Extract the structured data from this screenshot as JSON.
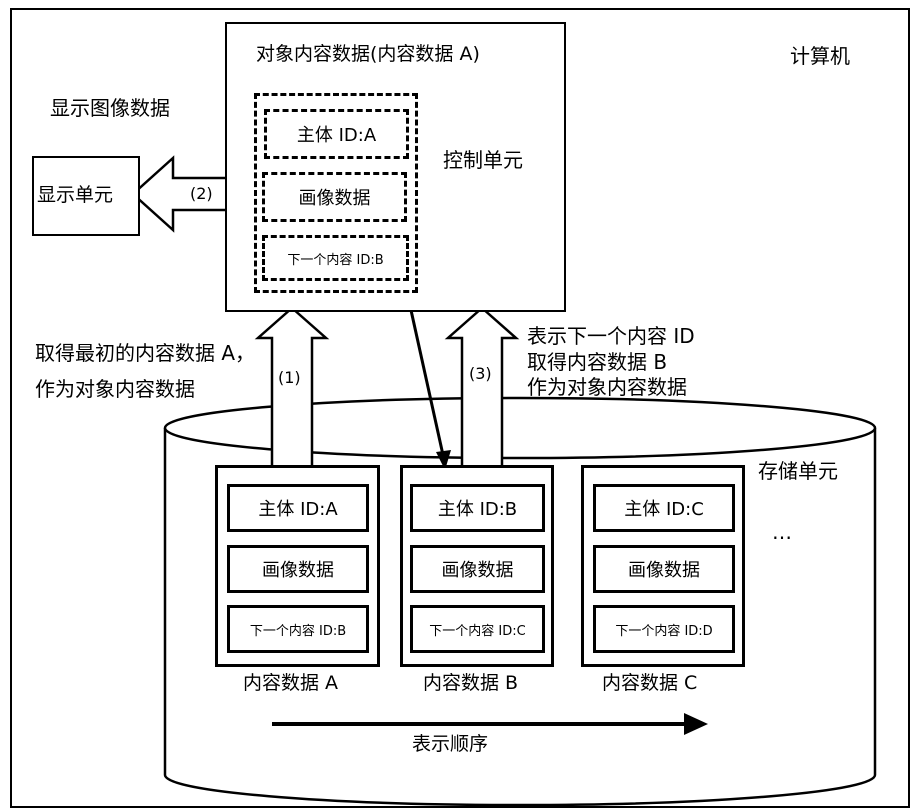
{
  "computer": {
    "label": "计算机"
  },
  "control_unit": {
    "title": "对象内容数据(内容数据 A)",
    "label": "控制单元",
    "fields": {
      "subject": "主体 ID:A",
      "image": "画像数据",
      "next": "下一个内容 ID:B"
    }
  },
  "display": {
    "caption": "显示图像数据",
    "unit_label": "显示单元",
    "arrow_label": "(2)"
  },
  "step1": {
    "arrow_label": "(1)",
    "text_line1": "取得最初的内容数据 A，",
    "text_line2": "作为对象内容数据"
  },
  "step3": {
    "arrow_label": "(3)",
    "text_line1": "表示下一个内容 ID",
    "text_line2": "取得内容数据 B",
    "text_line3": "作为对象内容数据"
  },
  "storage": {
    "label": "存储单元",
    "ellipsis": "…",
    "order_label": "表示顺序",
    "items": [
      {
        "subject": "主体 ID:A",
        "image": "画像数据",
        "next": "下一个内容 ID:B",
        "caption": "内容数据 A"
      },
      {
        "subject": "主体 ID:B",
        "image": "画像数据",
        "next": "下一个内容 ID:C",
        "caption": "内容数据 B"
      },
      {
        "subject": "主体 ID:C",
        "image": "画像数据",
        "next": "下一个内容 ID:D",
        "caption": "内容数据 C"
      }
    ]
  }
}
